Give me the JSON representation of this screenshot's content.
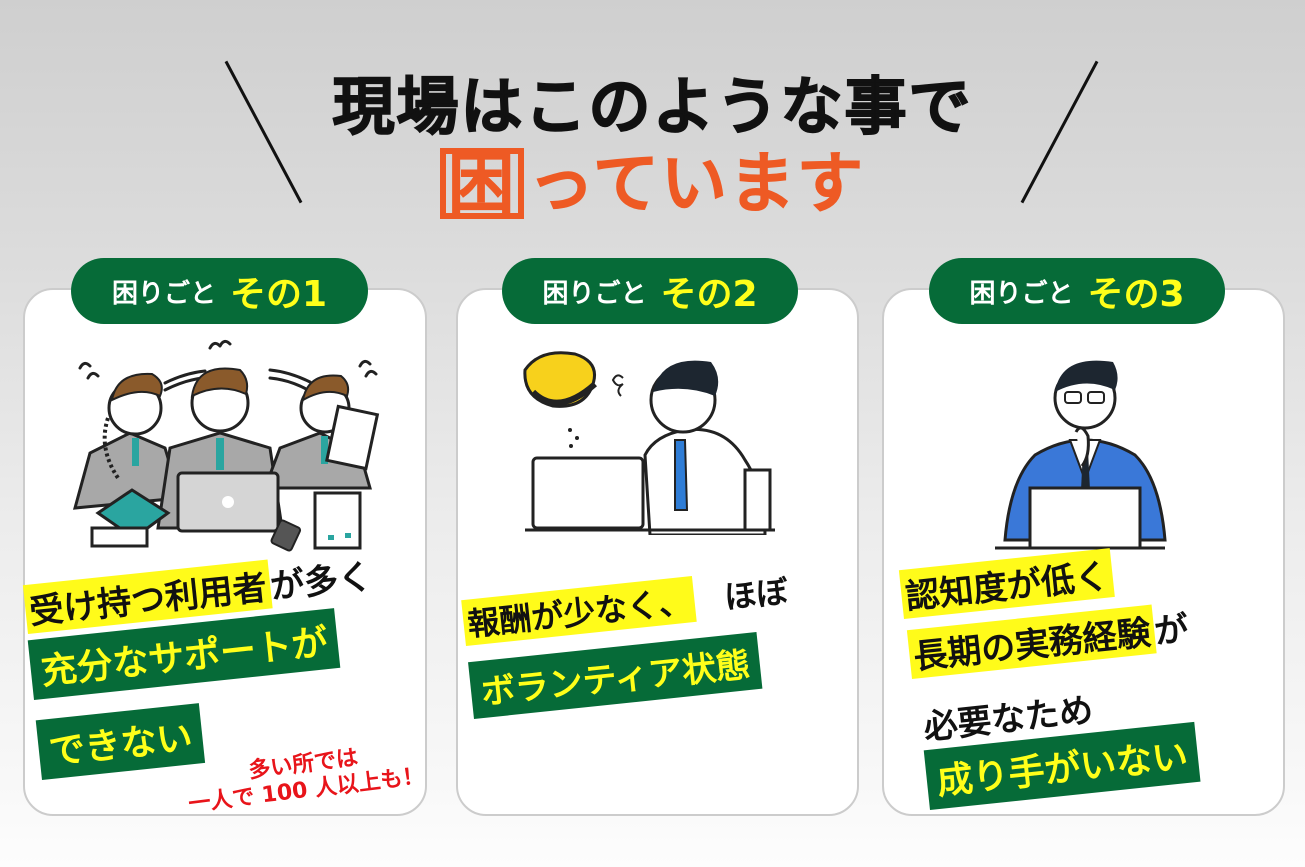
{
  "headline": {
    "line1": "現場はこのような事で",
    "line2_boxed": "困",
    "line2_rest": "っています"
  },
  "colors": {
    "badge_green": "#066b38",
    "highlight_yellow": "#fffb1a",
    "accent_orange": "#ee5a24",
    "note_red": "#e8141a"
  },
  "cards": [
    {
      "badge_label": "困りごと",
      "badge_number": "その1",
      "illustration": "three-busy-office-workers",
      "lines": [
        {
          "highlight": "受け持つ利用者",
          "plain": "が多く"
        },
        {
          "green": "充分なサポートが"
        },
        {
          "green": "できない"
        }
      ],
      "note": {
        "line1": "多い所では",
        "line2": "一人で 100 人以上も！"
      }
    },
    {
      "badge_label": "困りごと",
      "badge_number": "その2",
      "illustration": "worried-man-with-empty-wallet",
      "lines": [
        {
          "highlight": "報酬が少なく、",
          "plain": "ほぼ"
        },
        {
          "green": "ボランティア状態"
        }
      ]
    },
    {
      "badge_label": "困りごと",
      "badge_number": "その3",
      "illustration": "thinking-man-in-blue-suit",
      "lines": [
        {
          "highlight": "認知度が低く"
        },
        {
          "highlight": "長期の実務経験",
          "plain": "が"
        },
        {
          "plain": "必要なため"
        },
        {
          "green": "成り手がいない"
        }
      ]
    }
  ]
}
